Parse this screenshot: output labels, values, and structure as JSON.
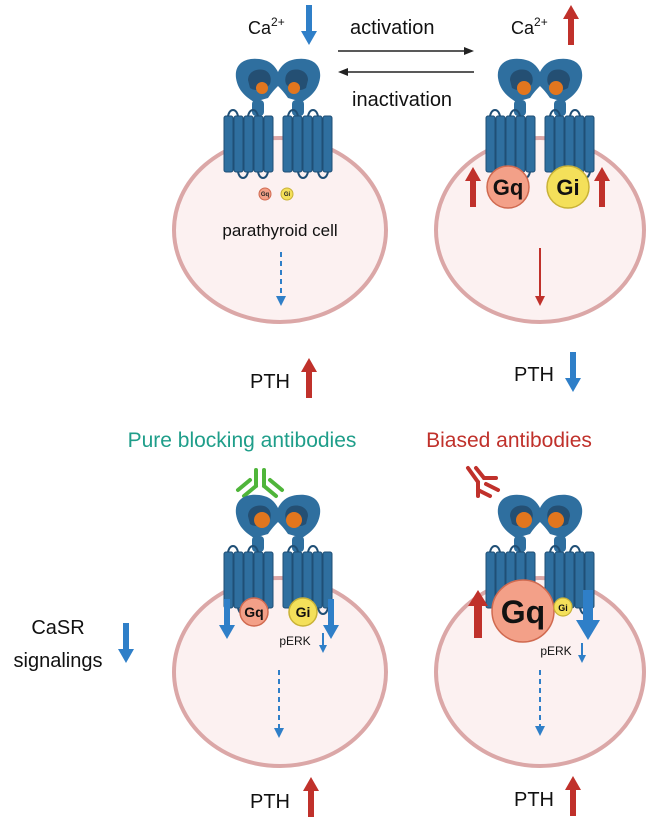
{
  "labels": {
    "ca": "Ca",
    "ca_sup": "2+",
    "activation": "activation",
    "inactivation": "inactivation",
    "parathyroid_cell": "parathyroid cell",
    "pth": "PTH",
    "pure_blocking": "Pure blocking antibodies",
    "biased": "Biased antibodies",
    "casr_line1": "CaSR",
    "casr_line2": "signalings",
    "gq": "Gq",
    "gi": "Gi",
    "perk": "pERK"
  },
  "colors": {
    "up_arrow": "#c0312b",
    "down_arrow": "#2f7fc8",
    "receptor": "#2f6f9f",
    "receptor_dark": "#1f4f76",
    "ligand": "#e2761e",
    "cell_fill": "#fcf1f1",
    "cell_stroke": "#dba7a7",
    "gq_fill": "#f3a088",
    "gi_fill": "#f4e05a",
    "pure_blocking_text": "#1f9e8a",
    "biased_text": "#c0312b",
    "green_antibody": "#4fb53a",
    "red_antibody": "#c0312b"
  }
}
